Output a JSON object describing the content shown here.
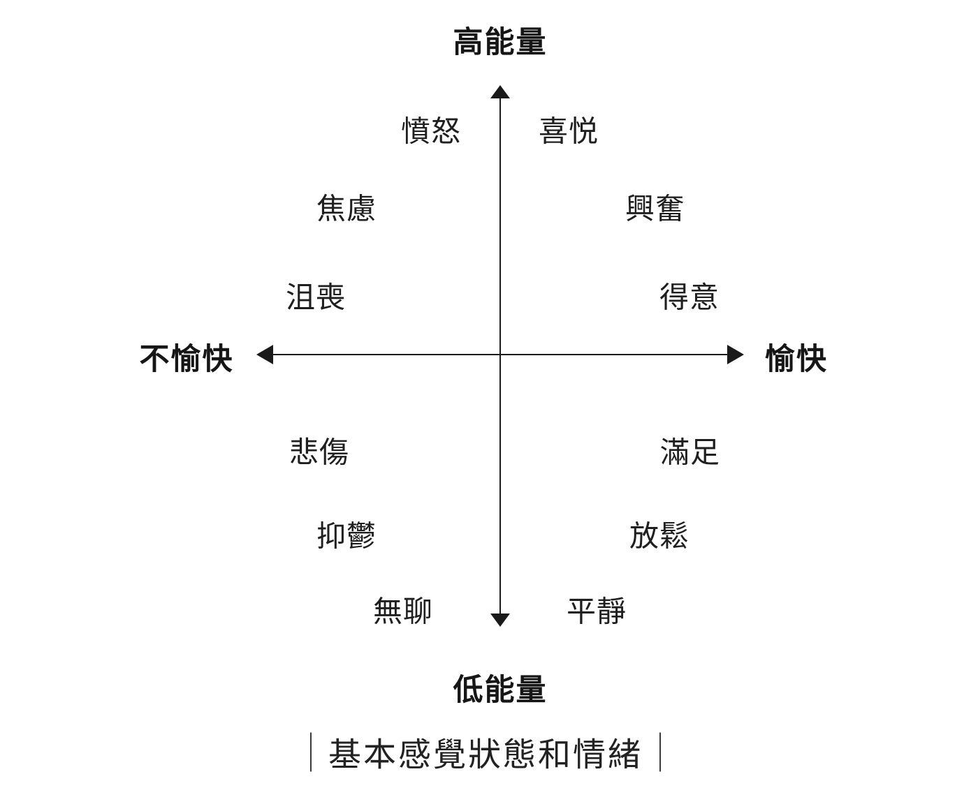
{
  "diagram": {
    "caption": "基本感覺狀態和情緒",
    "axes": {
      "top": "高能量",
      "bottom": "低能量",
      "left": "不愉快",
      "right": "愉快"
    },
    "quadrants": {
      "top_left": [
        "憤怒",
        "焦慮",
        "沮喪"
      ],
      "top_right": [
        "喜悦",
        "興奮",
        "得意"
      ],
      "bottom_left": [
        "悲傷",
        "抑鬱",
        "無聊"
      ],
      "bottom_right": [
        "滿足",
        "放鬆",
        "平靜"
      ]
    },
    "colors": {
      "ink": "#1a1a1a",
      "background": "#ffffff"
    }
  }
}
